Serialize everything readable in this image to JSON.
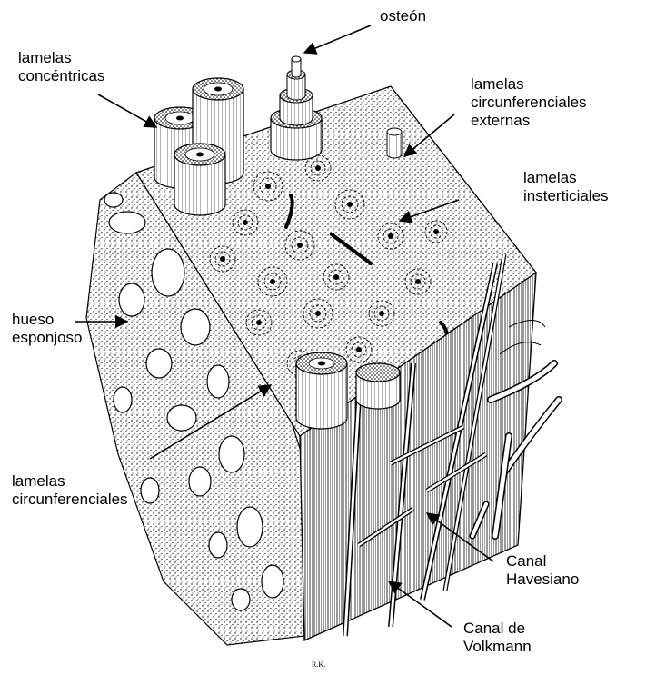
{
  "figure": {
    "labels": {
      "osteon": [
        "osteón"
      ],
      "concentric_lamellae": [
        "lamelas",
        "concéntricas"
      ],
      "external_circumferential_lamellae": [
        "lamelas",
        "circunferenciales",
        "externas"
      ],
      "interstitial_lamellae": [
        "lamelas",
        "insterticiales"
      ],
      "spongy_bone": [
        "hueso",
        "esponjoso"
      ],
      "circumferential_lamellae": [
        "lamelas",
        "circunferenciales"
      ],
      "haversian_canal": [
        "Canal",
        "Havesiano"
      ],
      "volkmann_canal": [
        "Canal de",
        "Volkmann"
      ]
    },
    "signature": "R.K."
  },
  "colors": {
    "ink": "#000000",
    "paper": "#ffffff"
  }
}
